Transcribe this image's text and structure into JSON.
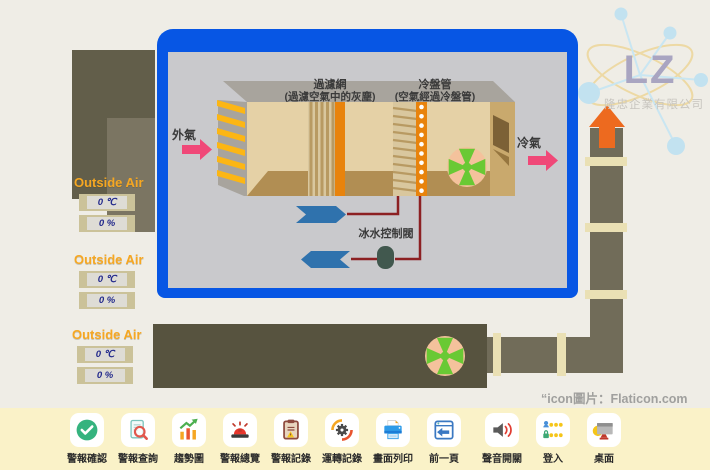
{
  "logo": {
    "initials": "LZ",
    "company": "隆忠企業有限公司"
  },
  "diagram": {
    "filter_title": "過濾網",
    "filter_subtitle": "(過濾空氣中的灰塵)",
    "coil_title": "冷盤管",
    "coil_subtitle": "(空氣經過冷盤管)",
    "outside_air": "外氣",
    "cold_air": "冷氣",
    "valve_label": "冰水控制閥"
  },
  "sensors": {
    "groups": [
      {
        "label": "Outside Air",
        "temp": "0 ℃",
        "humidity": "0 %"
      },
      {
        "label": "Outside Air",
        "temp": "0 ℃",
        "humidity": "0 %"
      },
      {
        "label": "Outside Air",
        "temp": "0 ℃",
        "humidity": "0 %"
      }
    ]
  },
  "attribution": "“icon圖片：Flaticon.com",
  "toolbar": {
    "buttons": [
      {
        "label": "警報確認",
        "icon": "check-circle-icon"
      },
      {
        "label": "警報查詢",
        "icon": "search-document-icon"
      },
      {
        "label": "趨勢圖",
        "icon": "trend-chart-icon"
      },
      {
        "label": "警報總覽",
        "icon": "siren-icon"
      },
      {
        "label": "警報記錄",
        "icon": "clipboard-alert-icon"
      },
      {
        "label": "運轉記錄",
        "icon": "gear-ring-icon"
      },
      {
        "label": "畫面列印",
        "icon": "printer-icon"
      },
      {
        "label": "前一頁",
        "icon": "window-back-icon"
      },
      {
        "label": "聲音開關",
        "icon": "speaker-icon"
      },
      {
        "label": "登入",
        "icon": "password-login-icon"
      },
      {
        "label": "桌面",
        "icon": "monitor-icon"
      }
    ]
  },
  "colors": {
    "background": "#EFEDE6",
    "frame_blue": "#0756E4",
    "panel_gray": "#C9C9CC",
    "duct_dark_olive": "#57533F",
    "duct_light_olive": "#716C59",
    "accent_orange": "#E8830C",
    "louver_yellow": "#FCB614",
    "arrow_pink": "#F04878",
    "water_blue": "#2F72AD",
    "pipe_red": "#8C2022",
    "valve_green": "#41584E",
    "fan_green": "#69C934",
    "fan_peach": "#F4C29C",
    "outside_air_label": "#F6A722",
    "sensor_value_text": "#232A8C",
    "toolbar_bg": "#FAF2C8",
    "logo_purple": "#A9A5C1"
  }
}
